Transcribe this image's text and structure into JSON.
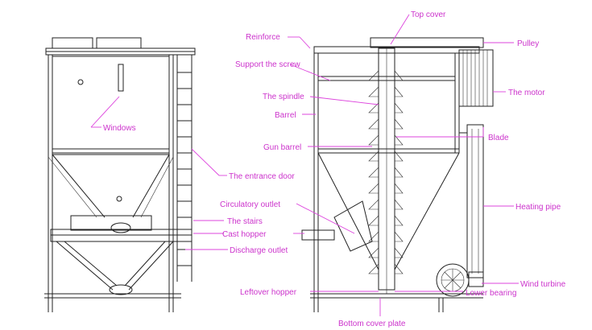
{
  "labels": {
    "top_cover": "Top cover",
    "reinforce": "Reinforce",
    "pulley": "Pulley",
    "support_screw": "Support the screw",
    "spindle": "The spindle",
    "motor": "The motor",
    "barrel": "Barrel",
    "gun_barrel": "Gun barrel",
    "blade": "Blade",
    "windows": "Windows",
    "entrance_door": "The entrance door",
    "circulatory_outlet": "Circulatory outlet",
    "heating_pipe": "Heating pipe",
    "stairs": "The stairs",
    "cast_hopper": "Cast hopper",
    "discharge_outlet": "Discharge outlet",
    "leftover_hopper": "Leftover hopper",
    "lower_bearing": "Lower bearing",
    "wind_turbine": "Wind turbine",
    "bottom_cover_plate": "Bottom cover plate"
  },
  "colors": {
    "label": "#cc33cc",
    "leader": "#dd44dd",
    "line": "#222222"
  }
}
